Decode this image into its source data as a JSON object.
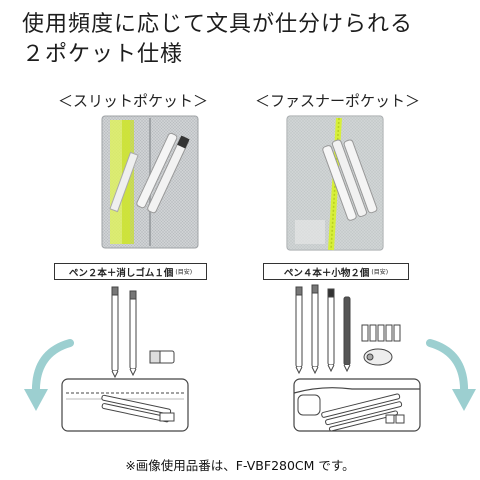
{
  "headline": {
    "line1": "使用頻度に応じて文具が仕分けられる",
    "line2": "２ポケット仕様"
  },
  "left_panel": {
    "title": "＜スリットポケット＞",
    "caption": "ペン２本＋消しゴム１個",
    "caption_note": "(目安)"
  },
  "right_panel": {
    "title": "＜ファスナーポケット＞",
    "caption": "ペン４本＋小物２個",
    "caption_note": "(目安)"
  },
  "colors": {
    "mesh": "#c9ccce",
    "lime_zipper": "#d7ef3a",
    "arrow": "#9ccfd0",
    "outline": "#333333"
  },
  "icons": [
    "pen-icon",
    "eraser-icon",
    "pencil-case-icon",
    "curved-arrow-icon",
    "clip-icon"
  ],
  "footer_note": "※画像使用品番は、F-VBF280CM です。"
}
